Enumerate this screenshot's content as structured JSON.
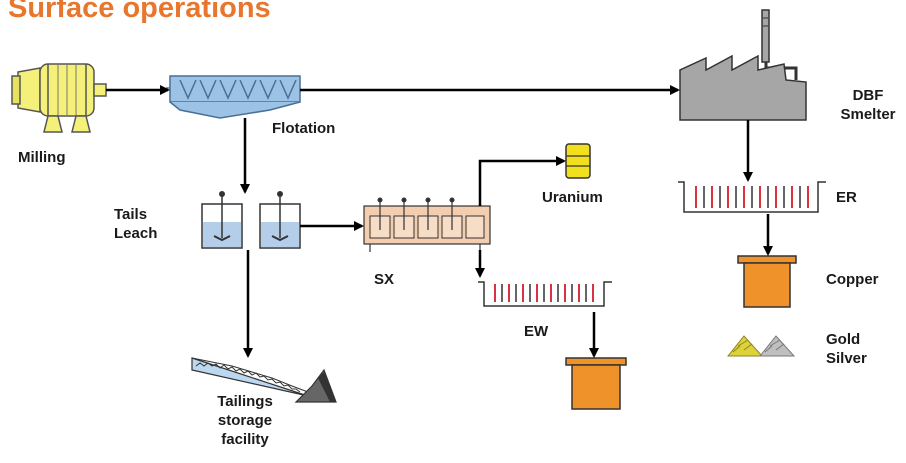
{
  "title": "Surface operations",
  "labels": {
    "milling": "Milling",
    "flotation": "Flotation",
    "tails_leach_line1": "Tails",
    "tails_leach_line2": "Leach",
    "sx": "SX",
    "uranium": "Uranium",
    "ew": "EW",
    "tailings_line1": "Tailings",
    "tailings_line2": "storage",
    "tailings_line3": "facility",
    "dbf_line1": "DBF",
    "dbf_line2": "Smelter",
    "er": "ER",
    "copper": "Copper",
    "gold": "Gold",
    "silver": "Silver"
  },
  "colors": {
    "title": "#e8762d",
    "mill": "#f5f07a",
    "flotation_cell": "#9cc3e6",
    "leach_tank": "#b4cde8",
    "sx_unit": "#f3cdb0",
    "uranium_drum": "#f2e01e",
    "smelter": "#a6a6a6",
    "cathode": "#f0922a",
    "gold_pile": "#ddd23a",
    "silver_pile": "#bfbfbf",
    "anode_red": "#d9333f",
    "tailings_water": "#bcd8f0"
  }
}
